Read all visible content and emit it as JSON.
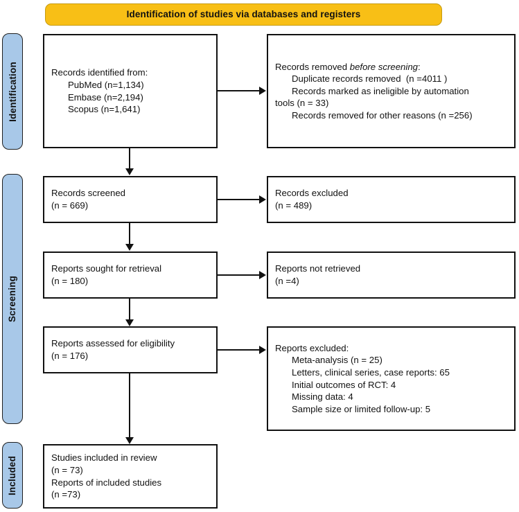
{
  "diagram": {
    "title": "PRISMA 2020 flow diagram",
    "colors": {
      "header_fill": "#f8bf16",
      "tab_fill": "#a8c8e8",
      "box_border": "#111111",
      "page_background": "#ffffff"
    }
  },
  "header": {
    "label": "Identification of studies via databases and registers"
  },
  "phases": [
    {
      "key": "identification",
      "label": "Identification"
    },
    {
      "key": "screening",
      "label": "Screening"
    },
    {
      "key": "included",
      "label": "Included"
    }
  ],
  "boxes": {
    "records_identified": {
      "name": "Records identified from",
      "lines": [
        {
          "text": "Records identified from:",
          "indent": false
        },
        {
          "text": "PubMed (n=1,134)",
          "indent": true
        },
        {
          "text": "Embase (n=2,194)",
          "indent": true
        },
        {
          "text": "Scopus (n=1,641)",
          "indent": true
        }
      ]
    },
    "records_removed": {
      "name": "Records removed before screening",
      "lines": [
        {
          "text": "Records removed ",
          "em": "before screening",
          "tail": ":",
          "indent": false
        },
        {
          "text": "Duplicate records removed  (n =4011 )",
          "indent": true
        },
        {
          "text": "Records marked as ineligible by automation",
          "indent": true
        },
        {
          "text": "tools (n = 33)",
          "indent": false
        },
        {
          "text": "Records removed for other reasons (n =256)",
          "indent": true
        }
      ]
    },
    "records_screened": {
      "name": "Records screened",
      "lines": [
        {
          "text": "Records screened",
          "indent": false
        },
        {
          "text": "(n = 669)",
          "indent": false
        }
      ]
    },
    "records_excluded": {
      "name": "Records excluded",
      "lines": [
        {
          "text": "Records excluded",
          "indent": false
        },
        {
          "text": "(n = 489)",
          "indent": false
        }
      ]
    },
    "reports_sought": {
      "name": "Reports sought for retrieval",
      "lines": [
        {
          "text": "Reports sought for retrieval",
          "indent": false
        },
        {
          "text": "(n = 180)",
          "indent": false
        }
      ]
    },
    "reports_not_retrieved": {
      "name": "Reports not retrieved",
      "lines": [
        {
          "text": "Reports not retrieved",
          "indent": false
        },
        {
          "text": "(n =4)",
          "indent": false
        }
      ]
    },
    "reports_assessed": {
      "name": "Reports assessed for eligibility",
      "lines": [
        {
          "text": "Reports assessed for eligibility",
          "indent": false
        },
        {
          "text": "(n = 176)",
          "indent": false
        }
      ]
    },
    "reports_excluded": {
      "name": "Reports excluded",
      "lines": [
        {
          "text": "Reports excluded:",
          "indent": false
        },
        {
          "text": "Meta-analysis (n = 25)",
          "indent": true
        },
        {
          "text": "Letters, clinical series, case reports: 65",
          "indent": true
        },
        {
          "text": "Initial outcomes of RCT: 4",
          "indent": true
        },
        {
          "text": "Missing data: 4",
          "indent": true
        },
        {
          "text": "Sample size or limited follow-up: 5",
          "indent": true
        }
      ]
    },
    "studies_included": {
      "name": "Studies included in review",
      "lines": [
        {
          "text": "Studies included in review",
          "indent": false
        },
        {
          "text": "(n = 73)",
          "indent": false
        },
        {
          "text": "Reports of included studies",
          "indent": false
        },
        {
          "text": "(n =73)",
          "indent": false
        }
      ]
    }
  },
  "chart_data": {
    "type": "diagram",
    "title": "Identification of studies via databases and registers",
    "nodes": [
      {
        "id": "records_identified",
        "phase": "Identification",
        "counts": {
          "PubMed": 1134,
          "Embase": 2194,
          "Scopus": 1641
        }
      },
      {
        "id": "records_removed",
        "phase": "Identification",
        "counts": {
          "duplicates": 4011,
          "ineligible_by_automation": 33,
          "other_reasons": 256
        }
      },
      {
        "id": "records_screened",
        "phase": "Screening",
        "counts": {
          "n": 669
        }
      },
      {
        "id": "records_excluded",
        "phase": "Screening",
        "counts": {
          "n": 489
        }
      },
      {
        "id": "reports_sought",
        "phase": "Screening",
        "counts": {
          "n": 180
        }
      },
      {
        "id": "reports_not_retrieved",
        "phase": "Screening",
        "counts": {
          "n": 4
        }
      },
      {
        "id": "reports_assessed",
        "phase": "Screening",
        "counts": {
          "n": 176
        }
      },
      {
        "id": "reports_excluded",
        "phase": "Screening",
        "counts": {
          "meta_analysis": 25,
          "letters_clinical_series_case_reports": 65,
          "initial_outcomes_of_rct": 4,
          "missing_data": 4,
          "sample_size_or_limited_followup": 5
        }
      },
      {
        "id": "studies_included",
        "phase": "Included",
        "counts": {
          "studies": 73,
          "reports": 73
        }
      }
    ],
    "edges": [
      {
        "from": "records_identified",
        "to": "records_removed"
      },
      {
        "from": "records_identified",
        "to": "records_screened"
      },
      {
        "from": "records_screened",
        "to": "records_excluded"
      },
      {
        "from": "records_screened",
        "to": "reports_sought"
      },
      {
        "from": "reports_sought",
        "to": "reports_not_retrieved"
      },
      {
        "from": "reports_sought",
        "to": "reports_assessed"
      },
      {
        "from": "reports_assessed",
        "to": "reports_excluded"
      },
      {
        "from": "reports_assessed",
        "to": "studies_included"
      }
    ]
  }
}
